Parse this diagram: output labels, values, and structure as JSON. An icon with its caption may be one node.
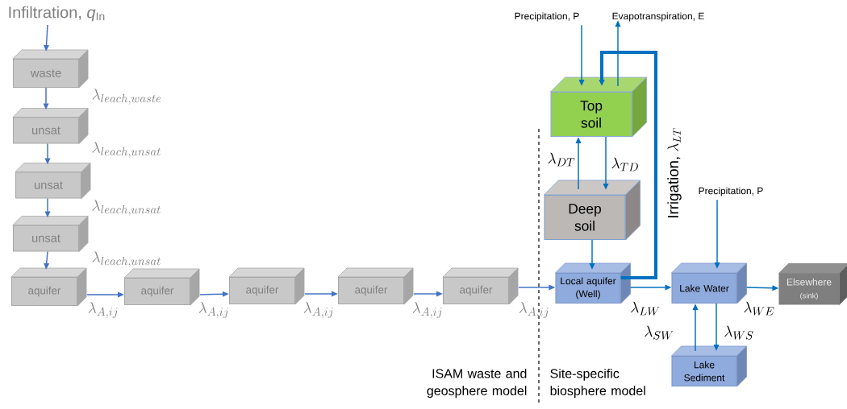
{
  "diagram": {
    "nodes": [
      {
        "text": [
          "Infiltration, *q*$_{In}$"
        ]
      },
      {
        "text": [
          "waste"
        ]
      },
      {
        "text": [
          "unsat"
        ]
      },
      {
        "text": [
          "unsat"
        ]
      },
      {
        "text": [
          "unsat"
        ]
      },
      {
        "text": [
          "aquifer"
        ]
      },
      {
        "text": [
          "aquifer"
        ]
      },
      {
        "text": [
          "aquifer"
        ]
      },
      {
        "text": [
          "aquifer"
        ]
      },
      {
        "text": [
          "aquifer"
        ]
      },
      {
        "text": [
          "Top soil"
        ]
      },
      {
        "text": [
          "Deep soil"
        ]
      },
      {
        "text": [
          "Local aquifer (Well)"
        ]
      },
      {
        "text": [
          "Lake Water"
        ]
      },
      {
        "text": [
          "Elsewhere",
          "(sink)"
        ]
      },
      {
        "text": [
          "Lake Sediment"
        ]
      },
      {
        "text": [
          "Precipitation, P"
        ]
      },
      {
        "text": [
          "Evapotranspiration, E"
        ]
      },
      {
        "text": [
          "Precipitation, P"
        ]
      }
    ],
    "edges": [
      {
        "from": 0,
        "to": 1,
        "arrow": "to",
        "color": "#4472c4"
      },
      {
        "from": 1,
        "to": 2,
        "arrow": "to",
        "label": "\\lambda_{leach,waste}",
        "color": "#4472c4"
      },
      {
        "from": 2,
        "to": 3,
        "arrow": "to",
        "label": "\\lambda_{leach,unsat}",
        "color": "#4472c4"
      },
      {
        "from": 3,
        "to": 4,
        "arrow": "to",
        "label": "\\lambda_{leach,unsat}",
        "color": "#4472c4"
      },
      {
        "from": 4,
        "to": 5,
        "arrow": "to",
        "label": "\\lambda_{leach,unsat}",
        "color": "#4472c4"
      },
      {
        "from": 5,
        "to": 6,
        "arrow": "to",
        "label": "\\lambda_{A,ij}",
        "color": "#4472c4"
      },
      {
        "from": 6,
        "to": 7,
        "arrow": "to",
        "label": "\\lambda_{A,ij}",
        "color": "#4472c4"
      },
      {
        "from": 7,
        "to": 8,
        "arrow": "to",
        "label": "\\lambda_{A,ij}",
        "color": "#4472c4"
      },
      {
        "from": 8,
        "to": 9,
        "arrow": "to",
        "label": "\\lambda_{A,ij}",
        "color": "#4472c4"
      },
      {
        "from": 9,
        "to": 12,
        "arrow": "to",
        "label": "\\lambda_{A,ij}",
        "color": "#4472c4"
      },
      {
        "from": 16,
        "to": 10,
        "arrow": "to"
      },
      {
        "from": 10,
        "to": 17,
        "arrow": "to"
      },
      {
        "from": 12,
        "to": 10,
        "arrow": "to",
        "label": "\\mbox{Irrigation, }\\lambda_{LT}",
        "style": "thick"
      },
      {
        "from": 11,
        "to": 10,
        "arrow": "to",
        "label": "\\lambda_{DT}"
      },
      {
        "from": 10,
        "to": 11,
        "arrow": "to",
        "label": "\\lambda_{TD}"
      },
      {
        "from": 11,
        "to": 12,
        "arrow": "to"
      },
      {
        "from": 12,
        "to": 13,
        "arrow": "to",
        "label": "\\lambda_{LW}"
      },
      {
        "from": 18,
        "to": 13,
        "arrow": "to"
      },
      {
        "from": 13,
        "to": 14,
        "arrow": "to",
        "label": "\\lambda_{WE}"
      },
      {
        "from": 15,
        "to": 13,
        "arrow": "to",
        "label": "\\lambda_{SW}"
      },
      {
        "from": 13,
        "to": 15,
        "arrow": "to",
        "label": "\\lambda_{WS}"
      }
    ],
    "labels": [
      "ISAM waste and geosphere model",
      "Site-specific biosphere model"
    ]
  }
}
